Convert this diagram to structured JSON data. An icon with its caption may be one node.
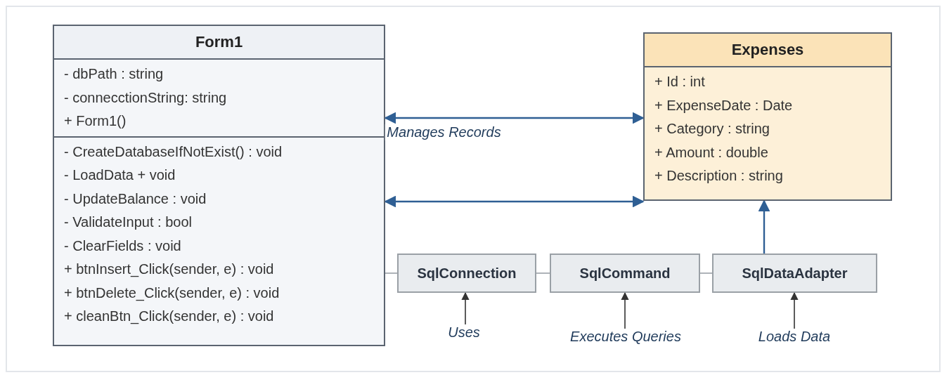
{
  "diagram": {
    "nodes": [
      {
        "text": [
          "Form1",
          "- dbPath : string",
          "- connecctionString: string",
          "+ Form1()",
          "- CreateDatabaseIfNotExist() : void",
          "- LoadData + void",
          "- UpdateBalance : void",
          "- ValidateInput : bool",
          "- ClearFields : void",
          "+ btnInsert_Click(sender, e) : void",
          "+ btnDelete_Click(sender, e) : void",
          "+ cleanBtn_Click(sender, e) : void"
        ]
      },
      {
        "text": [
          "Expenses",
          "+ Id : int",
          "+ ExpenseDate : Date",
          "+ Category : string",
          "+ Amount : double",
          "+ Description : string"
        ]
      },
      {
        "text": [
          "SqlConnection"
        ]
      },
      {
        "text": [
          "SqlCommand"
        ]
      },
      {
        "text": [
          "SqlDataAdapter"
        ]
      },
      {
        "text": [
          "Uses"
        ]
      },
      {
        "text": [
          "Executes Queries"
        ]
      },
      {
        "text": [
          "Loads Data"
        ]
      }
    ],
    "edges": [
      {
        "from": 0,
        "to": 1,
        "arrow": "both",
        "label": "Manages Records"
      },
      {
        "from": 0,
        "to": 1,
        "arrow": "both"
      },
      {
        "from": 0,
        "to": 2,
        "arrow": "none",
        "color": "#9aa0a6"
      },
      {
        "from": 2,
        "to": 3,
        "arrow": "none",
        "color": "#9aa0a6"
      },
      {
        "from": 3,
        "to": 4,
        "arrow": "none",
        "color": "#9aa0a6"
      },
      {
        "from": 4,
        "to": 1,
        "arrow": "to"
      },
      {
        "from": 5,
        "to": 2,
        "arrow": "to",
        "color": "#333333"
      },
      {
        "from": 6,
        "to": 3,
        "arrow": "to",
        "color": "#333333"
      },
      {
        "from": 7,
        "to": 4,
        "arrow": "to",
        "color": "#333333"
      }
    ]
  }
}
